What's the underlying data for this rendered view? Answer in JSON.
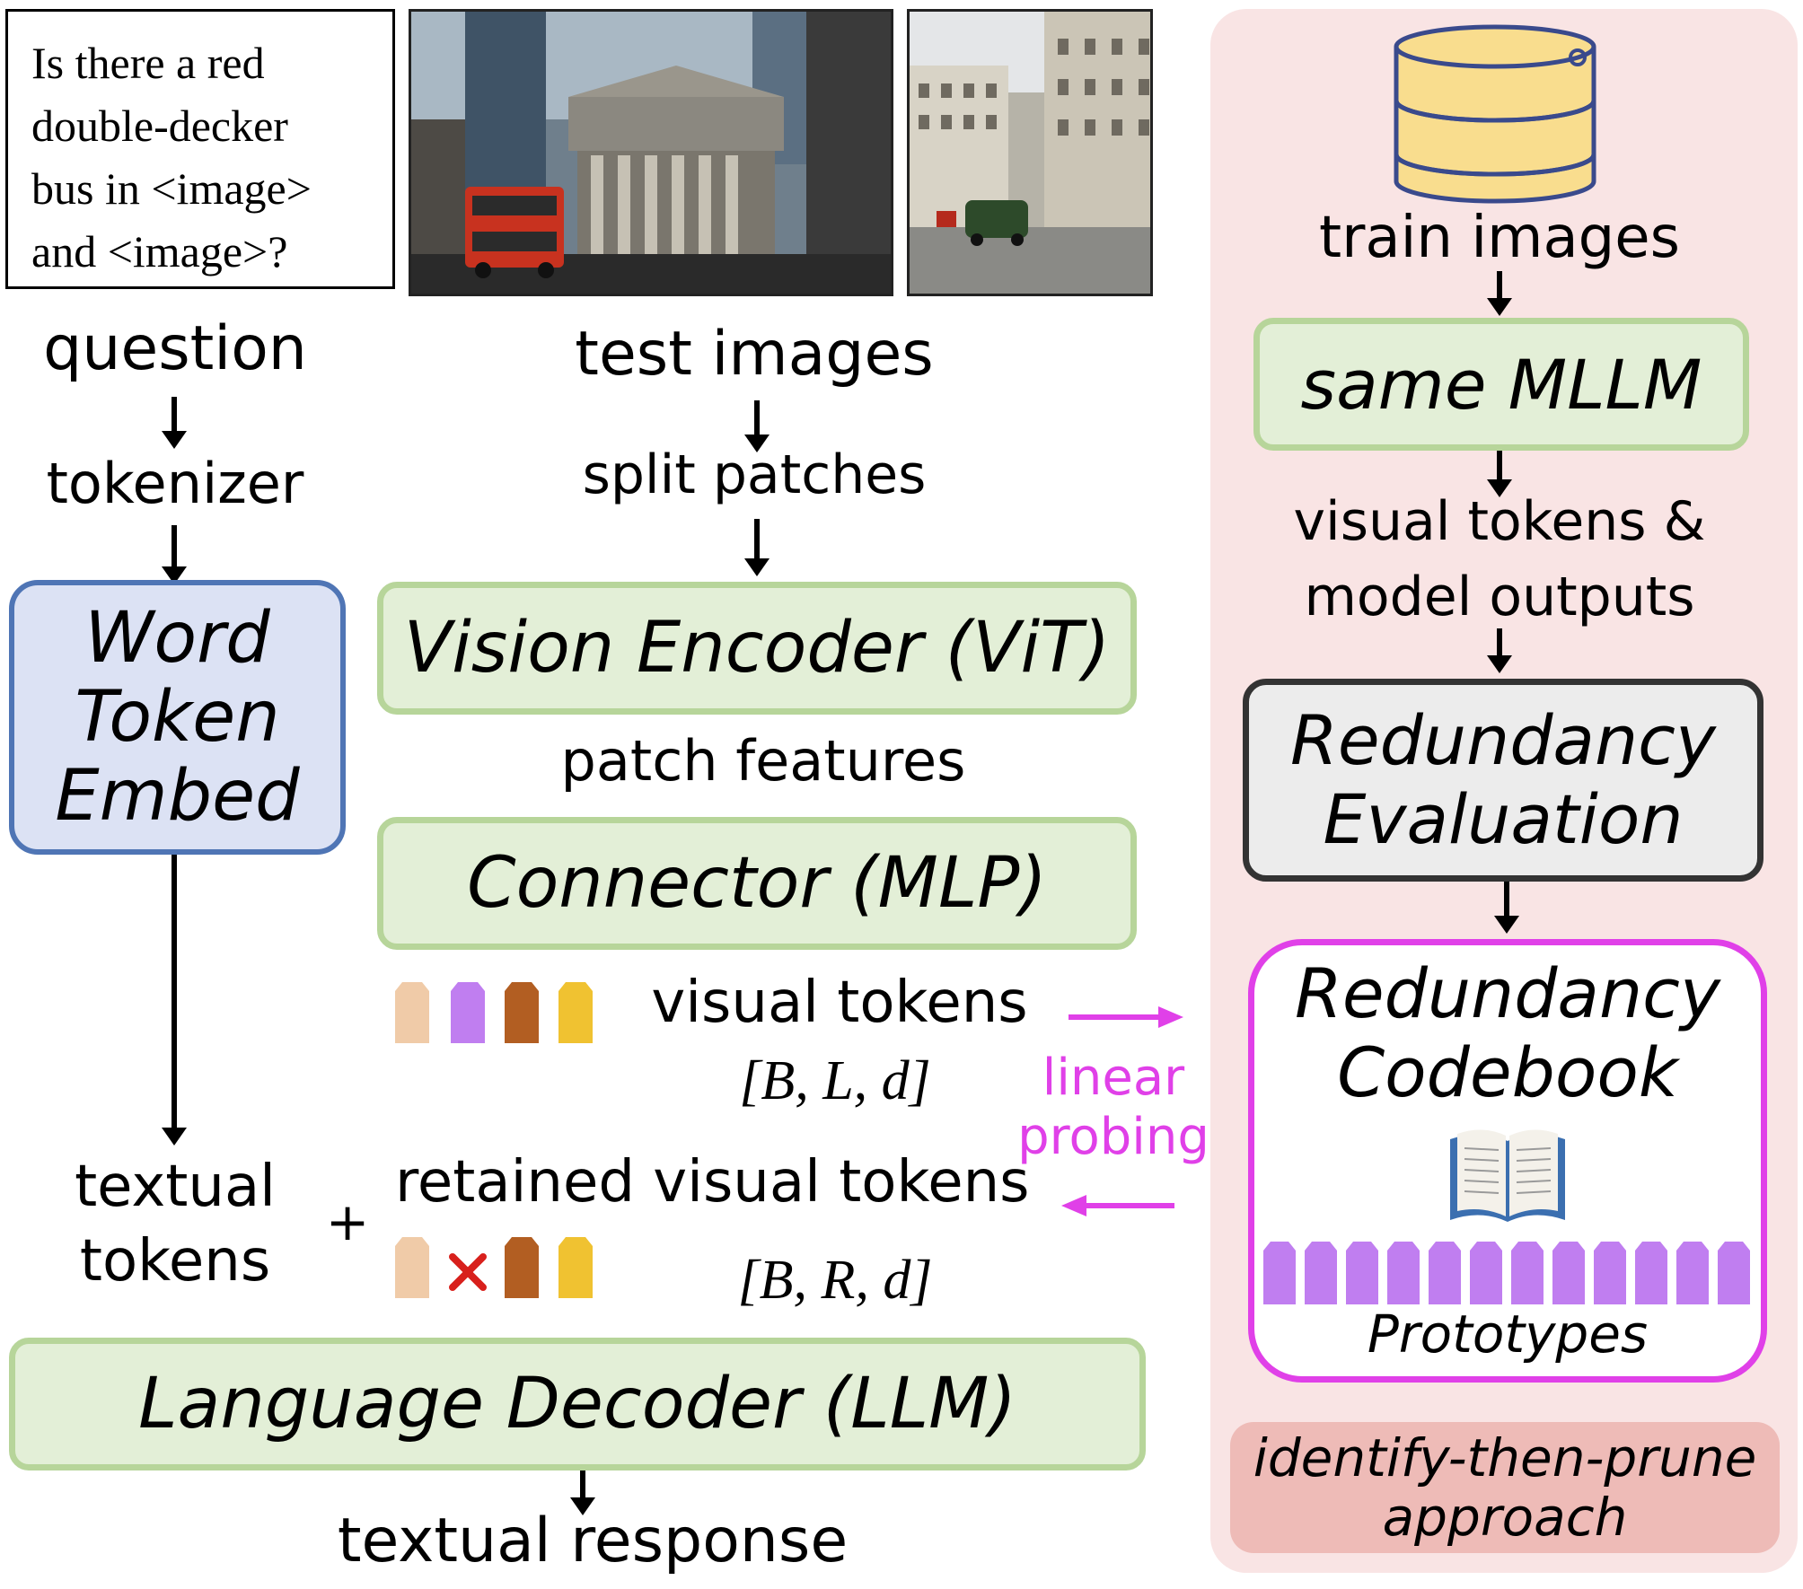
{
  "question_box": {
    "lines": [
      "Is there a red",
      "double-decker",
      "bus in <image>",
      "and <image>?"
    ]
  },
  "left_column": {
    "question": "question",
    "tokenizer": "tokenizer",
    "word_token_embed": [
      "Word",
      "Token",
      "Embed"
    ],
    "textual_tokens": [
      "textual",
      "tokens"
    ]
  },
  "middle_column": {
    "test_images": "test images",
    "split_patches": "split patches",
    "vision_encoder": "Vision Encoder (ViT)",
    "patch_features": "patch features",
    "connector": "Connector (MLP)",
    "visual_tokens": "visual tokens",
    "visual_tokens_shape": "[B, L, d]",
    "plus": "+",
    "retained_visual_tokens": "retained visual tokens",
    "retained_shape": "[B, R, d]",
    "language_decoder": "Language Decoder (LLM)",
    "textual_response": "textual response"
  },
  "probing": {
    "label_line1": "linear",
    "label_line2": "probing"
  },
  "right_panel": {
    "train_images": "train images",
    "same_mllm": "same MLLM",
    "visual_tokens_outputs": [
      "visual tokens &",
      "model outputs"
    ],
    "redundancy_evaluation": [
      "Redundancy",
      "Evaluation"
    ],
    "redundancy_codebook": [
      "Redundancy",
      "Codebook"
    ],
    "prototypes": "Prototypes",
    "approach": [
      "identify-then-prune",
      "approach"
    ]
  },
  "icons": {
    "database": "database-icon",
    "book": "open-book-icon",
    "remove": "cross-mark-icon"
  },
  "colors": {
    "green_fill": "#e3efd7",
    "green_border": "#b7d59a",
    "blue_fill": "#dce2f4",
    "blue_border": "#4f75b5",
    "gray_fill": "#ececec",
    "magenta": "#e040e8",
    "panel_pink": "#f9e4e4",
    "approach_fill": "#eebbb7",
    "db_fill": "#f9dd8e",
    "db_stroke": "#3a4a8c",
    "token_peach": "#f0cba8",
    "token_purple": "#c07ef0",
    "token_brown": "#b25e22",
    "token_yellow": "#f0c231",
    "prototype_purple": "#c07ef0"
  }
}
